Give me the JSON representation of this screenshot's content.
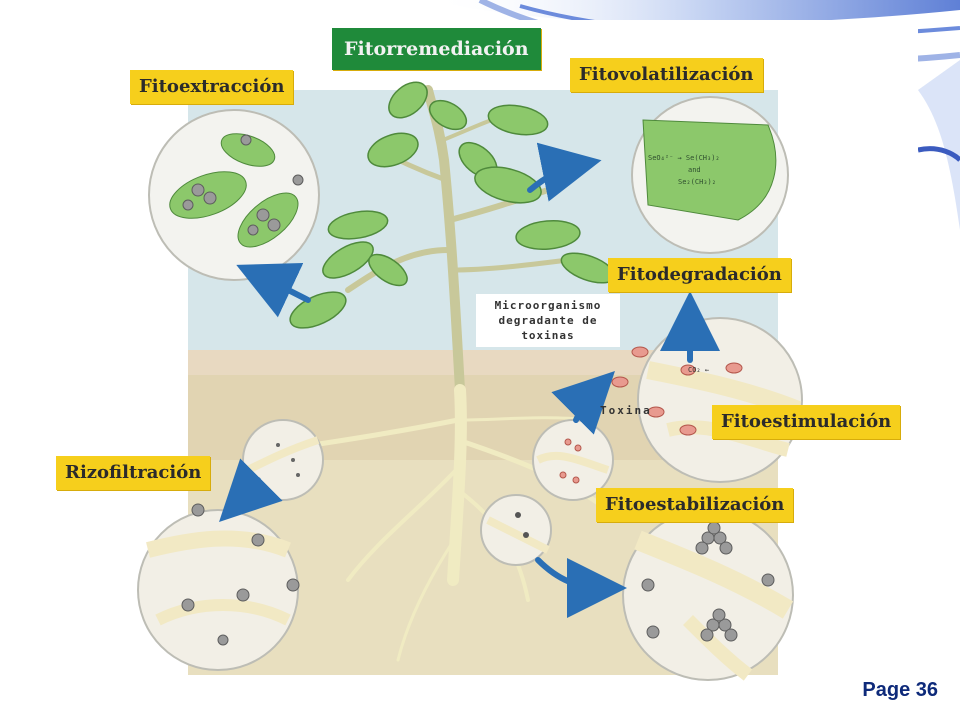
{
  "diagram": {
    "title": "Fitorremediación",
    "labels": {
      "fitoextraccion": "Fitoextracción",
      "fitovolatilizacion": "Fitovolatilización",
      "fitodegradacion": "Fitodegradación",
      "fitoestimulacion": "Fitoestimulación",
      "rizofiltracion": "Rizofiltración",
      "fitoestabilizacion": "Fitoestabilización"
    },
    "microorganismo": "Microorganismo\ndegradante de\ntoxinas",
    "toxina": "Toxina"
  },
  "footer": {
    "page": "Page 36"
  },
  "colors": {
    "label_bg": "#f6cf1c",
    "title_bg": "#1f8a3a",
    "arrow": "#2a6fb5",
    "leaf": "#8cc86b",
    "sky": "#cfe2ea",
    "soil": "#e0d3b4",
    "page_text": "#0e2a7a"
  }
}
